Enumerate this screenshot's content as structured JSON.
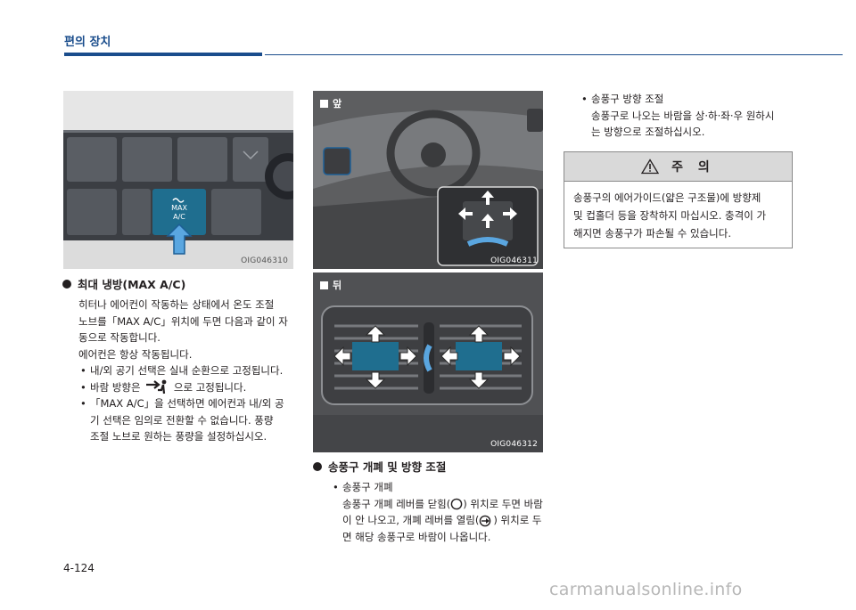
{
  "header": {
    "title": "편의 장치"
  },
  "fig1": {
    "code": "OIG046310",
    "button_line1": "MAX",
    "button_line2": "A/C"
  },
  "fig2": {
    "tag": "앞",
    "code": "OIG046311"
  },
  "fig3": {
    "tag": "뒤",
    "code": "OIG046312"
  },
  "max_ac": {
    "heading": "최대 냉방(MAX A/C)",
    "para1": [
      "히터나 에어컨이 작동하는 상태에서 온도 조절",
      "노브를「MAX A/C」위치에 두면 다음과 같이 자",
      "동으로 작동합니다."
    ],
    "para2": "에어컨은 항상 작동됩니다.",
    "bullet1": "내/외 공기 선택은 실내 순환으로 고정됩니다.",
    "bullet2_pre": "바람 방향은",
    "bullet2_post": "으로 고정됩니다.",
    "bullet3": [
      "「MAX A/C」을 선택하면 에어컨과 내/외 공",
      "기 선택은 임의로 전환할 수 없습니다. 풍량",
      "조절 노브로 원하는 풍량을 설정하십시오."
    ]
  },
  "vent": {
    "heading": "송풍구 개폐 및 방향 조절",
    "bullet_title": "송풍구 개폐",
    "line1_pre": "송풍구 개폐 레버를 닫힘(",
    "line1_post": ") 위치로 두면 바람",
    "line2_pre": "이 안 나오고, 개폐 레버를 열림(",
    "line2_post": ") 위치로 두",
    "line3": "면 해당 송풍구로 바람이 나옵니다."
  },
  "direction": {
    "bullet_title": "송풍구 방향 조절",
    "lines": [
      "송풍구로 나오는 바람을 상·하·좌·우 원하시",
      "는 방향으로 조절하십시오."
    ]
  },
  "caution": {
    "title": "주 의",
    "lines": [
      "송풍구의 에어가이드(얇은 구조물)에 방향제",
      "및 컵홀더 등을 장착하지 마십시오. 충격이 가",
      "해지면 송풍구가 파손될 수 있습니다."
    ]
  },
  "page_number": "4-124",
  "watermark": "carmanualsonline.info"
}
